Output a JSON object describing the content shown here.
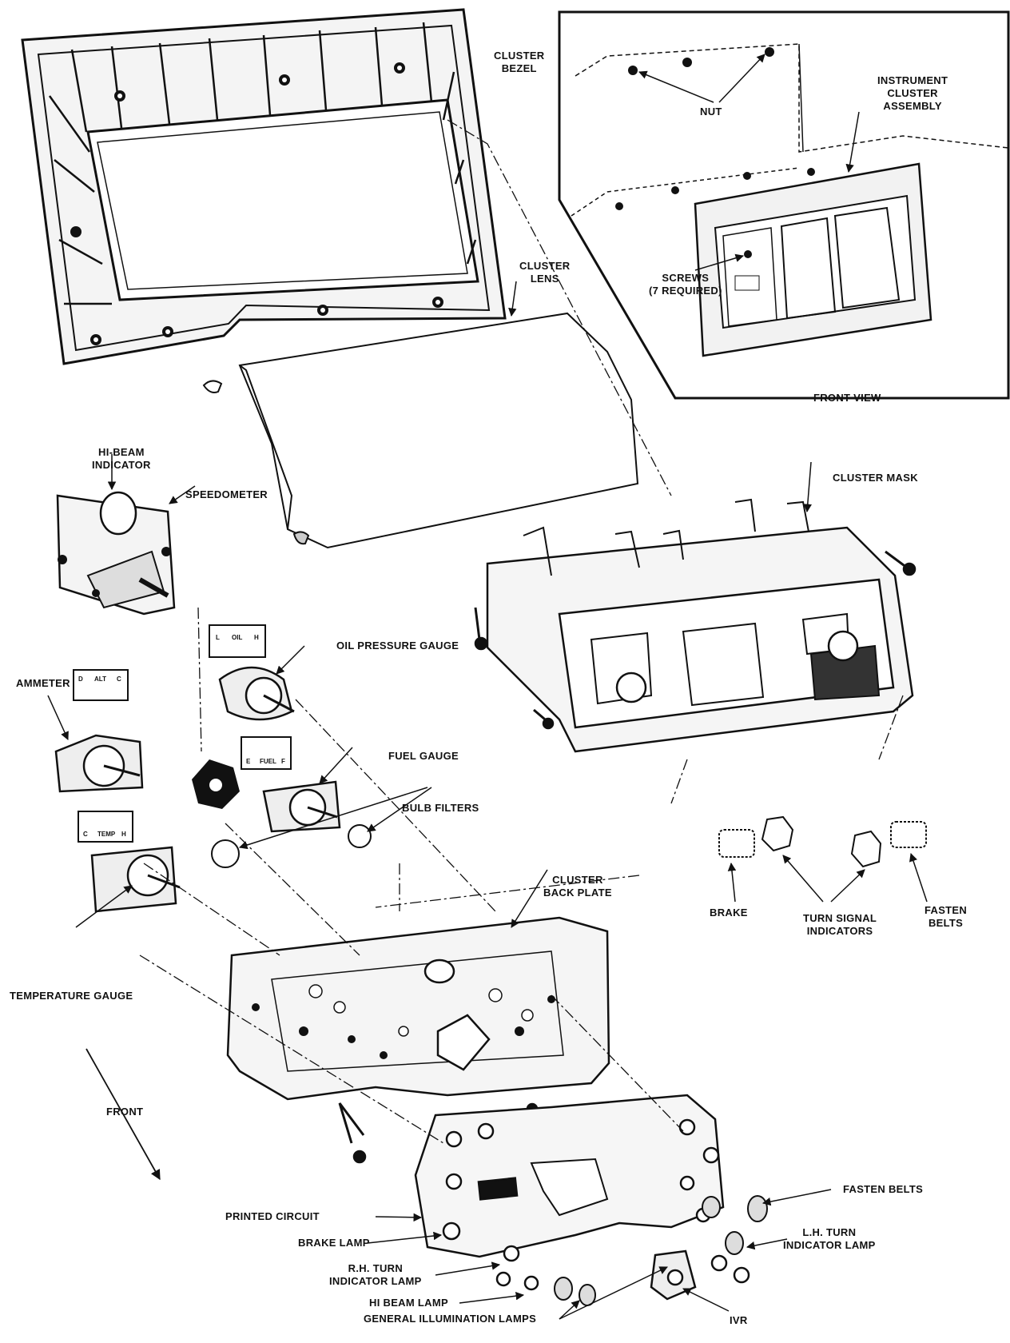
{
  "labels": {
    "cluster_bezel": [
      "CLUSTER",
      "BEZEL"
    ],
    "instrument_cluster_assembly": [
      "INSTRUMENT",
      "CLUSTER",
      "ASSEMBLY"
    ],
    "nut": "NUT",
    "screws": [
      "SCREWS",
      "(7 REQUIRED)"
    ],
    "front_view": "FRONT VIEW",
    "cluster_lens": [
      "CLUSTER",
      "LENS"
    ],
    "hi_beam_indicator": [
      "HI-BEAM",
      "INDICATOR"
    ],
    "speedometer": "SPEEDOMETER",
    "cluster_mask": "CLUSTER MASK",
    "oil_pressure_gauge": "OIL PRESSURE GAUGE",
    "ammeter": "AMMETER",
    "fuel_gauge": "FUEL GAUGE",
    "bulb_filters": "BULB FILTERS",
    "cluster_back_plate": [
      "CLUSTER",
      "BACK PLATE"
    ],
    "brake": "BRAKE",
    "turn_signal_indicators": [
      "TURN SIGNAL",
      "INDICATORS"
    ],
    "fasten_belts": [
      "FASTEN",
      "BELTS"
    ],
    "temperature_gauge": "TEMPERATURE GAUGE",
    "front": "FRONT",
    "fasten_belts_lamp": "FASTEN BELTS",
    "printed_circuit": "PRINTED CIRCUIT",
    "brake_lamp": "BRAKE LAMP",
    "rh_turn_indicator_lamp": [
      "R.H. TURN",
      "INDICATOR LAMP"
    ],
    "lh_turn_indicator_lamp": [
      "L.H. TURN",
      "INDICATOR LAMP"
    ],
    "hi_beam_lamp": "HI BEAM LAMP",
    "general_illumination_lamps": "GENERAL ILLUMINATION LAMPS",
    "ivr": "IVR"
  },
  "gauge_faces": {
    "oil": [
      "L",
      "OIL",
      "H"
    ],
    "ammeter": [
      "D",
      "ALT",
      "C"
    ],
    "fuel": [
      "E",
      "FUEL",
      "F"
    ],
    "temp": [
      "C",
      "TEMP",
      "H"
    ]
  }
}
